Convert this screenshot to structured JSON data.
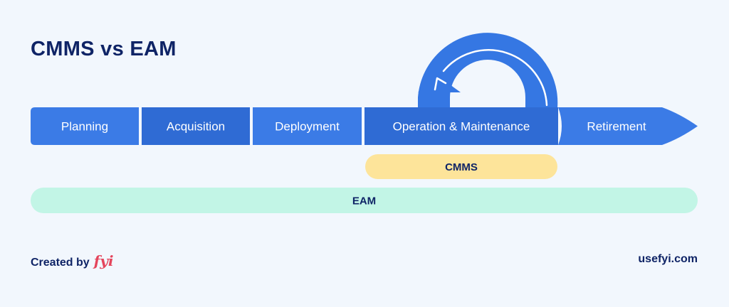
{
  "title": "CMMS vs EAM",
  "stages": [
    {
      "label": "Planning"
    },
    {
      "label": "Acquisition"
    },
    {
      "label": "Deployment"
    },
    {
      "label": "Operation & Maintenance"
    },
    {
      "label": "Retirement"
    }
  ],
  "cmms_label": "CMMS",
  "eam_label": "EAM",
  "footer": {
    "created_by": "Created by",
    "brand": "fyi",
    "site": "usefyi.com"
  },
  "colors": {
    "stage_blue": "#3b7be6",
    "stage_blue_dark": "#2f6bd4",
    "cmms_fill": "#fde49a",
    "eam_fill": "#c2f5e6",
    "title_navy": "#0f2466",
    "brand_red": "#e4455c"
  }
}
